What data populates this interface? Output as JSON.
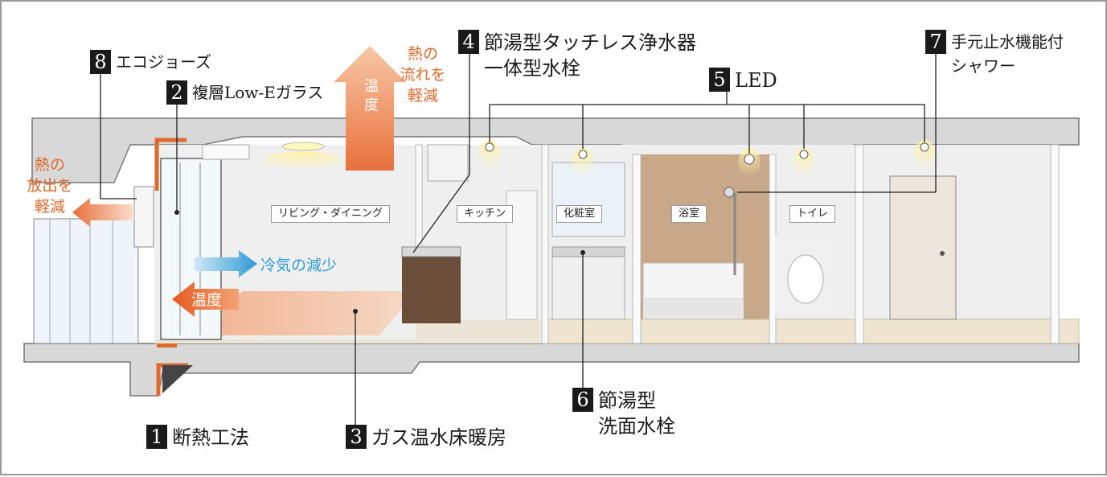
{
  "callouts": [
    {
      "num": "1",
      "text": "断熱工法"
    },
    {
      "num": "2",
      "text": "複層Low-Eガラス"
    },
    {
      "num": "3",
      "text": "ガス温水床暖房"
    },
    {
      "num": "4",
      "text": "節湯型タッチレス浄水器\n一体型水栓"
    },
    {
      "num": "5",
      "text": "LED"
    },
    {
      "num": "6",
      "text": "節湯型\n洗面水栓"
    },
    {
      "num": "7",
      "text": "手元止水機能付\nシャワー"
    },
    {
      "num": "8",
      "text": "エコジョーズ"
    }
  ],
  "rooms": {
    "living": "リビング・ダイニング",
    "kitchen": "キッチン",
    "vanity": "化粧室",
    "bath": "浴室",
    "toilet": "トイレ"
  },
  "notes": {
    "heat_flow": "熱の\n流れを\n軽減",
    "heat_release": "熱の\n放出を\n軽減",
    "temp_up": "温\n度",
    "cold_air": "冷気の減少",
    "temp_left": "温度"
  },
  "colors": {
    "orange": "#e06a2b",
    "blue": "#2e9bd6"
  }
}
